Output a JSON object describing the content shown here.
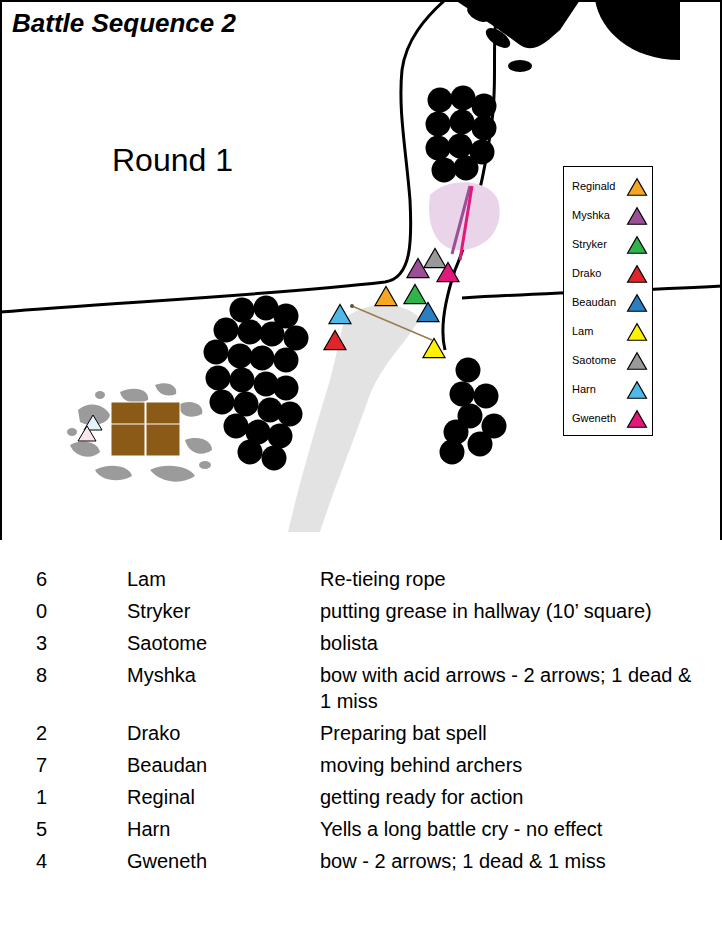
{
  "diagram": {
    "title": "Battle Sequence 2",
    "labels": [
      "Round 1",
      "6",
      "Lam",
      "Re-tieing rope",
      "0",
      "Stryker",
      "putting grease in hallway (10’ square)",
      "3",
      "Saotome",
      "bolista",
      "8",
      "Myshka",
      "bow with acid arrows - 2 arrows; 1 dead & 1 miss",
      "2",
      "Drako",
      "Preparing bat spell",
      "7",
      "Beaudan",
      "moving behind archers",
      "1",
      "Reginal",
      "getting ready for action",
      "5",
      "Harn",
      "Yells a long battle cry - no effect",
      "4",
      "Gweneth",
      "bow - 2 arrows; 1 dead & 1 miss"
    ],
    "legend": [
      {
        "text": "Reginald"
      },
      {
        "text": "Myshka"
      },
      {
        "text": "Stryker"
      },
      {
        "text": "Drako"
      },
      {
        "text": "Beaudan"
      },
      {
        "text": "Lam"
      },
      {
        "text": "Saotome"
      },
      {
        "text": "Harn"
      },
      {
        "text": "Gweneth"
      }
    ]
  }
}
